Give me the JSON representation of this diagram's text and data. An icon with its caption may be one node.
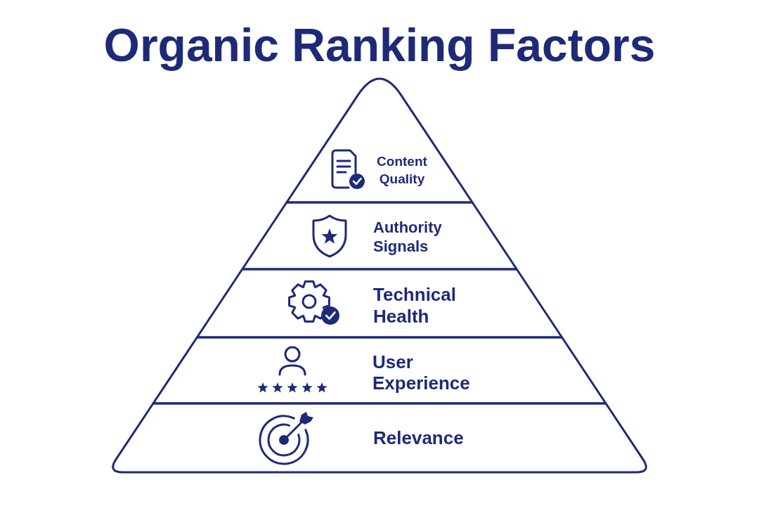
{
  "diagram": {
    "title": "Organic Ranking Factors",
    "nodes": [
      {
        "text": [
          "Content Quality"
        ]
      },
      {
        "text": [
          "Authority Signals"
        ]
      },
      {
        "text": [
          "Technical Health"
        ]
      },
      {
        "text": [
          "User Experience"
        ]
      },
      {
        "text": [
          "Relevance"
        ]
      }
    ]
  }
}
